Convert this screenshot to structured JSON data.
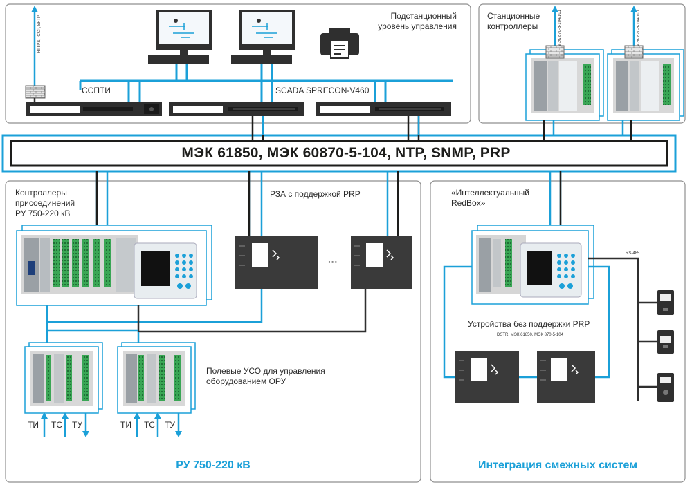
{
  "bus": {
    "label": "МЭК 61850, МЭК 60870-5-104, NTP, SNMP, PRP"
  },
  "substation": {
    "title_line1": "Подстанционный",
    "title_line2": "уровень управления",
    "sspti_label": "ССПТИ",
    "scada_label": "SCADA SPRECON-V460",
    "uplink_label": "НТТРS, ICCP, SFTP"
  },
  "station": {
    "title_line1": "Станционные",
    "title_line2": "контроллеры",
    "uplink1_label": "МЭК 870-5-104/101",
    "uplink2_label": "МЭК 870-5-104/101"
  },
  "bay": {
    "controllers_line1": "Контроллеры",
    "controllers_line2": "присоединений",
    "controllers_line3": "РУ 750-220 кВ",
    "rza_label": "РЗА с поддержкой PRP",
    "ellipsis": "···",
    "field_line1": "Полевые УСО для управления",
    "field_line2": "оборудованием ОРУ",
    "signals": [
      "ТИ",
      "ТС",
      "ТУ"
    ],
    "footer": "РУ 750-220 кВ"
  },
  "integration": {
    "redbox_line1": "«Интеллектуальный",
    "redbox_line2": "RedBox»",
    "rs485_label": "RS-485",
    "no_prp_label": "Устройства без поддержки PRP",
    "no_prp_protocols": "DSTR, МЭК 61850, МЭК 870-5-104",
    "footer": "Интеграция смежных систем"
  },
  "colors": {
    "accent": "#1ba0d8",
    "dark": "#3a3a3a",
    "frame": "#9a9a9a"
  }
}
